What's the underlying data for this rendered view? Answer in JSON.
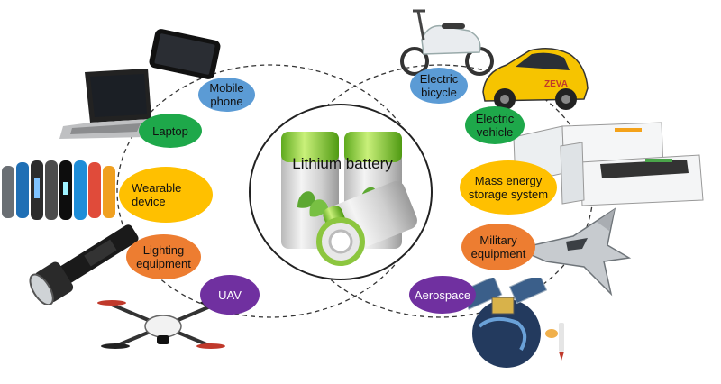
{
  "center": {
    "label": "Lithium battery"
  },
  "nodes": {
    "mobile_phone": "Mobile\nphone",
    "laptop": "Laptop",
    "wearable_device": "Wearable\ndevice",
    "lighting_equipment": "Lighting\nequipment",
    "uav": "UAV",
    "electric_bicycle": "Electric\nbicycle",
    "electric_vehicle": "Electric\nvehicle",
    "mass_energy_storage_system": "Mass energy\nstorage system",
    "military_equipment": "Military\nequipment",
    "aerospace": "Aerospace"
  },
  "photo_labels": {
    "car_brand": "ZEVA"
  },
  "colors": {
    "blue": "#5b9bd5",
    "green": "#1ea84a",
    "yellow": "#ffc000",
    "orange": "#ed7d31",
    "purple": "#7030a0",
    "battery_green": "#8cc63f"
  }
}
